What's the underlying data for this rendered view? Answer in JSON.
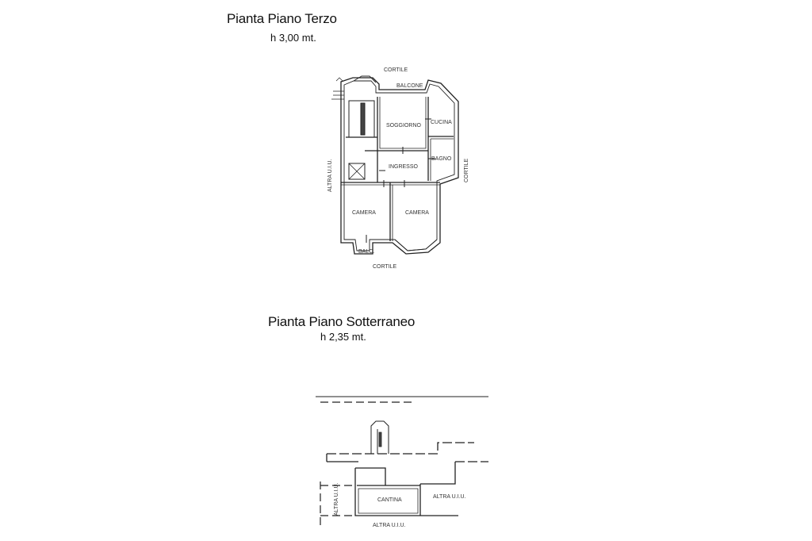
{
  "floor_third": {
    "title": "Pianta Piano Terzo",
    "height": "h 3,00 mt.",
    "labels": {
      "cortile_top": "CORTILE",
      "balcone": "BALCONE",
      "soggiorno": "SOGGIORNO",
      "cucina": "CUCINA",
      "bagno": "BAGNO",
      "ingresso": "INGRESSO",
      "camera_left": "CAMERA",
      "camera_right": "CAMERA",
      "balc": "BALC.",
      "cortile_bottom": "CORTILE",
      "cortile_right": "CORTILE",
      "altra_uiu": "ALTRA U.I.U."
    }
  },
  "floor_basement": {
    "title": "Pianta Piano Sotterraneo",
    "height": "h   2,35 mt.",
    "labels": {
      "cantina": "CANTINA",
      "altra_uiu_right": "ALTRA U.I.U.",
      "altra_uiu_left": "ALTRA U.I.U.",
      "altra_uiu_bottom": "ALTRA U.I.U."
    }
  }
}
